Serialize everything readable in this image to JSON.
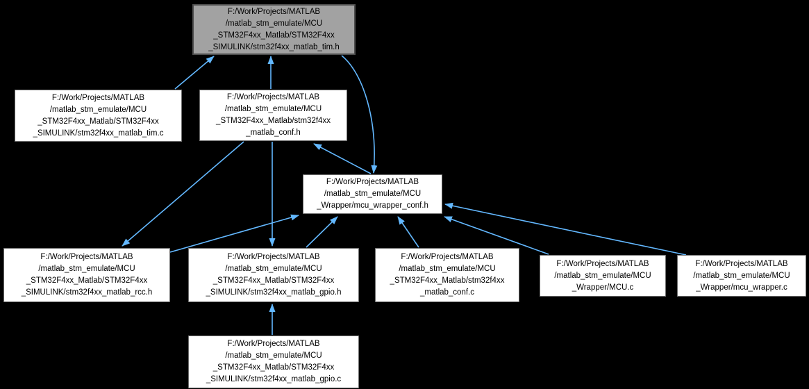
{
  "graph": {
    "kind": "include-dependency-graph",
    "background_color": "#000000",
    "edge_color": "#63b8ff",
    "node_fill_color": "#ffffff",
    "highlighted_node_fill_color": "#a2a2a2",
    "nodes": [
      {
        "id": "tim_h",
        "highlighted": true,
        "lines": [
          "F:/Work/Projects/MATLAB",
          "/matlab_stm_emulate/MCU",
          "_STM32F4xx_Matlab/STM32F4xx",
          "_SIMULINK/stm32f4xx_matlab_tim.h"
        ]
      },
      {
        "id": "tim_c",
        "highlighted": false,
        "lines": [
          "F:/Work/Projects/MATLAB",
          "/matlab_stm_emulate/MCU",
          "_STM32F4xx_Matlab/STM32F4xx",
          "_SIMULINK/stm32f4xx_matlab_tim.c"
        ]
      },
      {
        "id": "conf_h",
        "highlighted": false,
        "lines": [
          "F:/Work/Projects/MATLAB",
          "/matlab_stm_emulate/MCU",
          "_STM32F4xx_Matlab/stm32f4xx",
          "_matlab_conf.h"
        ]
      },
      {
        "id": "mcu_wrapper_conf_h",
        "highlighted": false,
        "lines": [
          "F:/Work/Projects/MATLAB",
          "/matlab_stm_emulate/MCU",
          "_Wrapper/mcu_wrapper_conf.h"
        ]
      },
      {
        "id": "rcc_h",
        "highlighted": false,
        "lines": [
          "F:/Work/Projects/MATLAB",
          "/matlab_stm_emulate/MCU",
          "_STM32F4xx_Matlab/STM32F4xx",
          "_SIMULINK/stm32f4xx_matlab_rcc.h"
        ]
      },
      {
        "id": "gpio_h",
        "highlighted": false,
        "lines": [
          "F:/Work/Projects/MATLAB",
          "/matlab_stm_emulate/MCU",
          "_STM32F4xx_Matlab/STM32F4xx",
          "_SIMULINK/stm32f4xx_matlab_gpio.h"
        ]
      },
      {
        "id": "conf_c",
        "highlighted": false,
        "lines": [
          "F:/Work/Projects/MATLAB",
          "/matlab_stm_emulate/MCU",
          "_STM32F4xx_Matlab/stm32f4xx",
          "_matlab_conf.c"
        ]
      },
      {
        "id": "mcu_c",
        "highlighted": false,
        "lines": [
          "F:/Work/Projects/MATLAB",
          "/matlab_stm_emulate/MCU",
          "_Wrapper/MCU.c"
        ]
      },
      {
        "id": "mcu_wrapper_c",
        "highlighted": false,
        "lines": [
          "F:/Work/Projects/MATLAB",
          "/matlab_stm_emulate/MCU",
          "_Wrapper/mcu_wrapper.c"
        ]
      },
      {
        "id": "gpio_c",
        "highlighted": false,
        "lines": [
          "F:/Work/Projects/MATLAB",
          "/matlab_stm_emulate/MCU",
          "_STM32F4xx_Matlab/STM32F4xx",
          "_SIMULINK/stm32f4xx_matlab_gpio.c"
        ]
      }
    ],
    "edges": [
      {
        "from": "tim_c",
        "to": "tim_h"
      },
      {
        "from": "conf_h",
        "to": "tim_h"
      },
      {
        "from": "tim_h",
        "to": "mcu_wrapper_conf_h"
      },
      {
        "from": "mcu_wrapper_conf_h",
        "to": "conf_h"
      },
      {
        "from": "conf_h",
        "to": "rcc_h"
      },
      {
        "from": "conf_h",
        "to": "gpio_h"
      },
      {
        "from": "rcc_h",
        "to": "mcu_wrapper_conf_h"
      },
      {
        "from": "gpio_h",
        "to": "mcu_wrapper_conf_h"
      },
      {
        "from": "conf_c",
        "to": "mcu_wrapper_conf_h"
      },
      {
        "from": "mcu_c",
        "to": "mcu_wrapper_conf_h"
      },
      {
        "from": "mcu_wrapper_c",
        "to": "mcu_wrapper_conf_h"
      },
      {
        "from": "gpio_c",
        "to": "gpio_h"
      }
    ]
  }
}
